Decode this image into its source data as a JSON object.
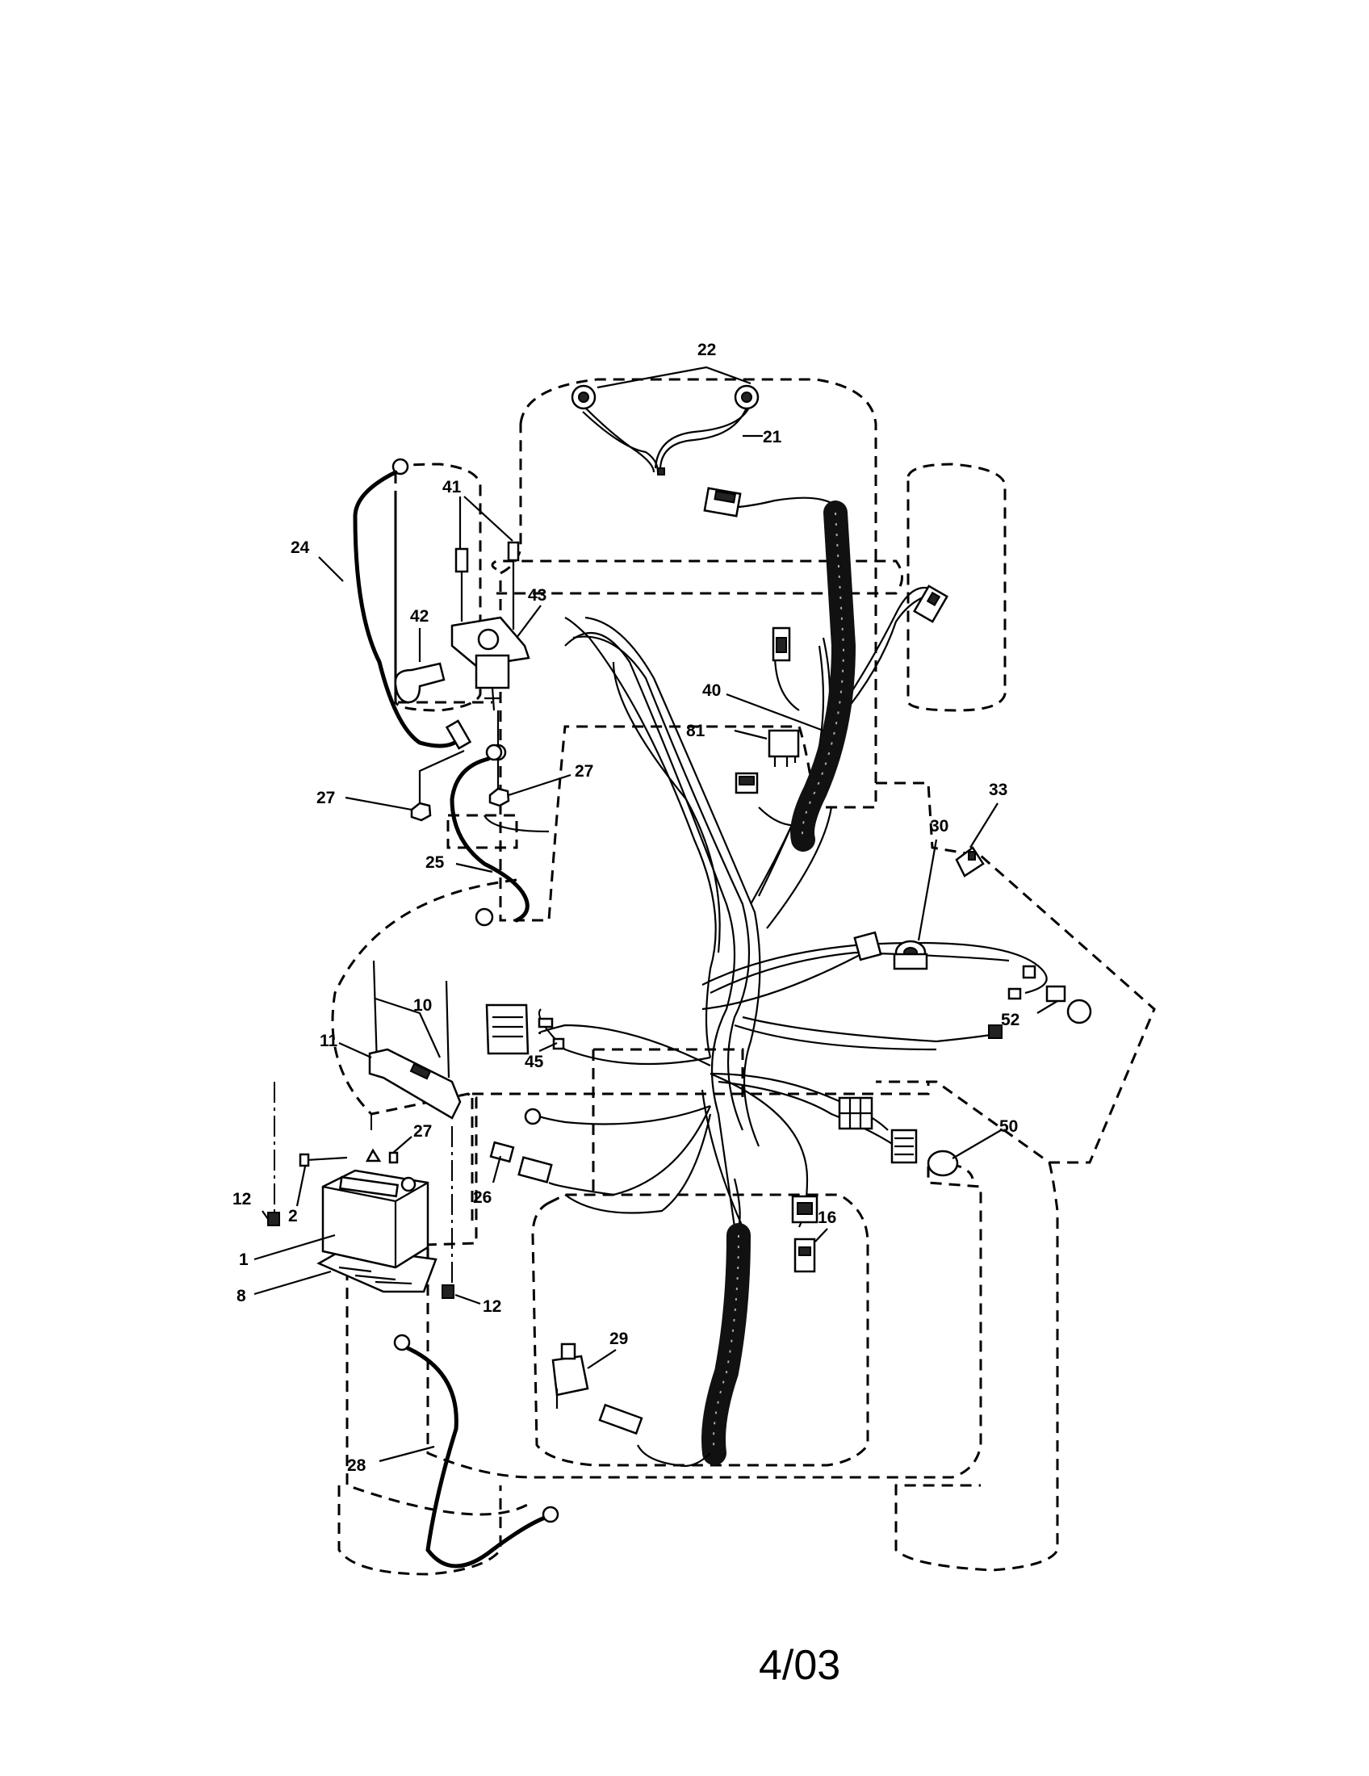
{
  "callouts": {
    "c1": "1",
    "c2": "2",
    "c8": "8",
    "c10": "10",
    "c11": "11",
    "c12a": "12",
    "c12b": "12",
    "c16": "16",
    "c21": "21",
    "c22": "22",
    "c24": "24",
    "c25": "25",
    "c26": "26",
    "c27a": "27",
    "c27b": "27",
    "c27c": "27",
    "c28": "28",
    "c29": "29",
    "c30": "30",
    "c33": "33",
    "c40": "40",
    "c41": "41",
    "c42": "42",
    "c43": "43",
    "c45": "45",
    "c50": "50",
    "c52": "52",
    "c81": "81"
  },
  "date_code": "4/03"
}
